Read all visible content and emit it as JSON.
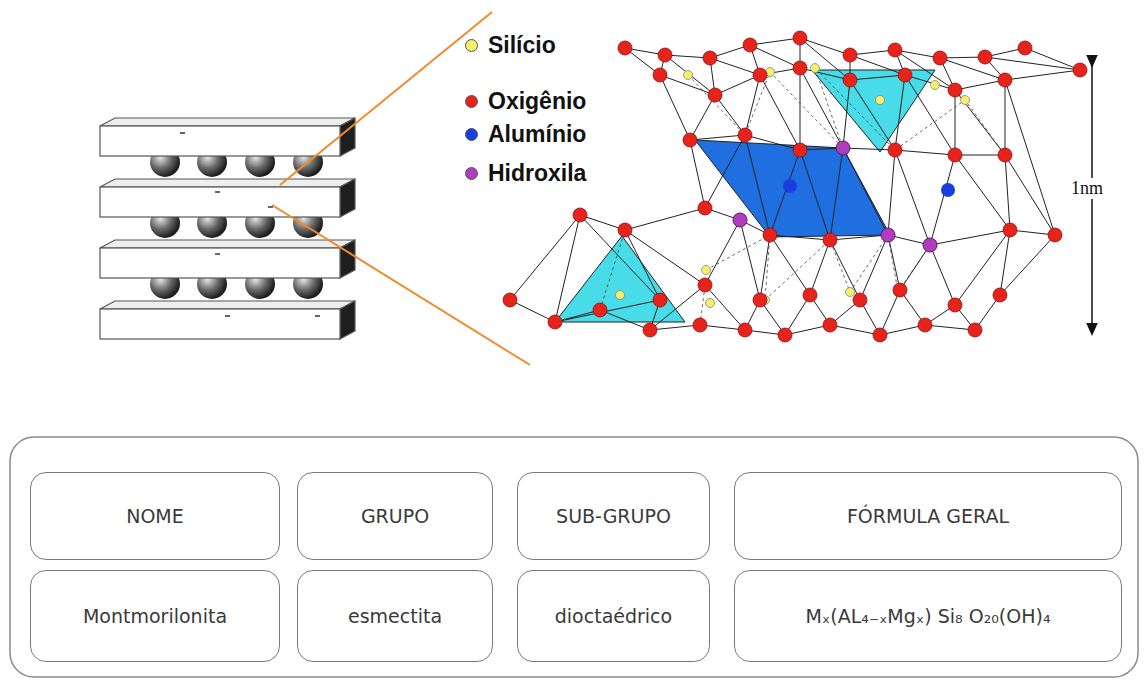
{
  "diagram": {
    "nodes": [
      {
        "text": [
          "NOME"
        ]
      },
      {
        "text": [
          "GRUPO"
        ]
      },
      {
        "text": [
          "SUB-GRUPO"
        ]
      },
      {
        "text": [
          "FÓRMULA GERAL"
        ]
      },
      {
        "text": [
          "Montmorilonita"
        ]
      },
      {
        "text": [
          "esmectita"
        ]
      },
      {
        "text": [
          "dioctaédrico"
        ]
      },
      {
        "text": [
          "Mₓ(AL₄₋ₓMgₓ) Si₈ O₂₀(OH)₄"
        ]
      }
    ],
    "labels": [
      "1nm"
    ],
    "legend": [
      {
        "text": "Silício",
        "color": "#f4f06a"
      },
      {
        "text": "Oxigênio",
        "color": "#e8231c"
      },
      {
        "text": "Alumínio",
        "color": "#1a3fe0"
      },
      {
        "text": "Hidroxila",
        "color": "#b23cc0"
      }
    ]
  }
}
